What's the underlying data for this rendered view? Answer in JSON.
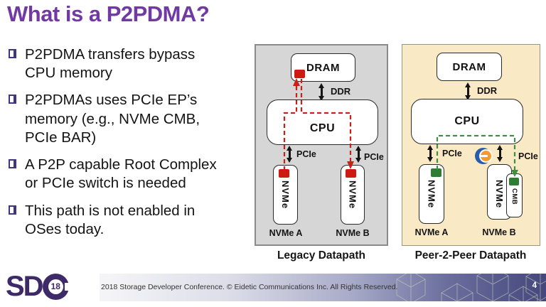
{
  "slide": {
    "title": "What is a P2PDMA?",
    "bullets": [
      "P2PDMA transfers bypass\nCPU memory",
      "P2PDMAs uses PCIe EP’s\nmemory (e.g., NVMe CMB,\nPCIe BAR)",
      "A P2P capable Root Complex\nor PCIe switch is needed",
      "This path is not enabled in\nOSes today."
    ]
  },
  "legacy": {
    "caption": "Legacy Datapath",
    "dram": "DRAM",
    "ddr": "DDR",
    "cpu": "CPU",
    "pcie_a": "PCIe",
    "pcie_b": "PCIe",
    "nvme_a_device": "NVMe",
    "nvme_b_device": "NVMe",
    "nvme_a": "NVMe A",
    "nvme_b": "NVMe B",
    "panel_bg": "#d6d6d6",
    "path_color": "#c9201a",
    "buffer_color": "#ce1b12"
  },
  "p2p": {
    "caption": "Peer-2-Peer Datapath",
    "dram": "DRAM",
    "ddr": "DDR",
    "cpu": "CPU",
    "pcie_a": "PCIe",
    "pcie_b": "PCIe",
    "nvme_a_device": "NVMe",
    "nvme_b_device": "NVMe",
    "cmb": "CMB",
    "nvme_a": "NVMe A",
    "nvme_b": "NVMe B",
    "panel_bg": "#fae9c5",
    "path_color": "#3c9142",
    "buffer_color": "#2e7d32",
    "logo": "eideticom-logo"
  },
  "footer": {
    "text": "2018 Storage Developer Conference. © Eidetic Communications Inc.  All Rights Reserved.",
    "page_number": "4",
    "logo_sd": "SD",
    "logo_year": "18"
  },
  "colors": {
    "title": "#7139a3",
    "bullet_marker": "#3f3680",
    "footer_bar_dark": "#45477c",
    "sdc_purple": "#3e2a69"
  }
}
